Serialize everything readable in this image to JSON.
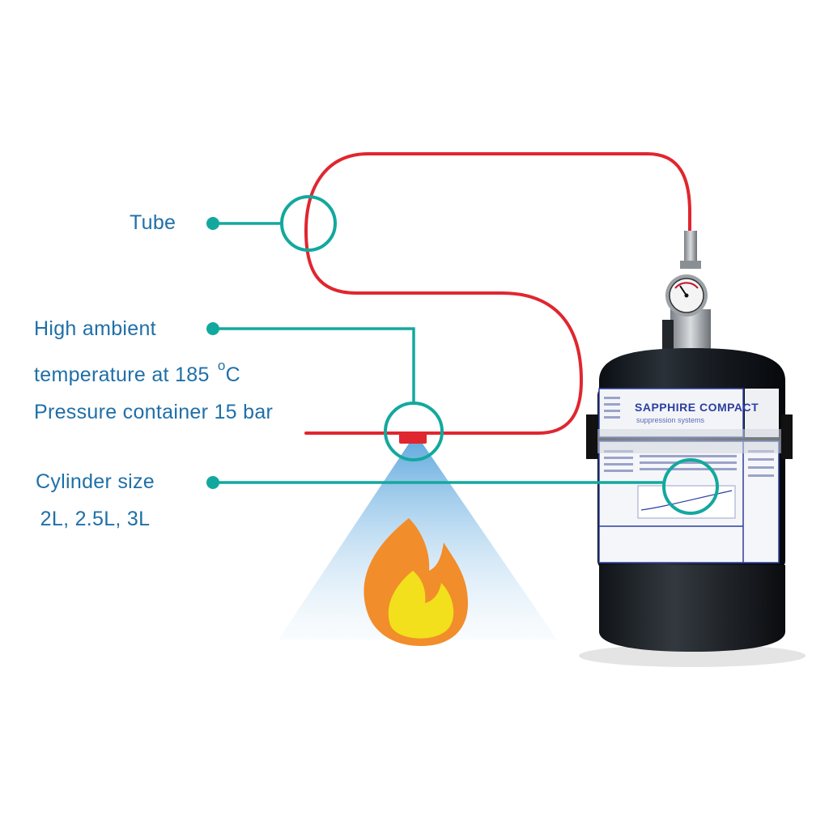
{
  "labels": {
    "tube": "Tube",
    "temperature": {
      "line1": "High ambient",
      "line2_prefix": "temperature at 185",
      "line2_sup": "o",
      "line2_suffix": "C",
      "line3": "Pressure container 15 bar"
    },
    "cylinder": {
      "line1": "Cylinder size",
      "line2": "2L, 2.5L, 3L"
    }
  },
  "product": {
    "brand": "SAPPHIRE COMPACT",
    "sub": "suppression systems"
  },
  "colors": {
    "accent": "#13a89e",
    "tube": "#e0262f",
    "label_text": "#1f6fa8",
    "flame_outer": "#f28d2b",
    "flame_inner": "#f1e01b",
    "spray": "#8fc4e8"
  }
}
